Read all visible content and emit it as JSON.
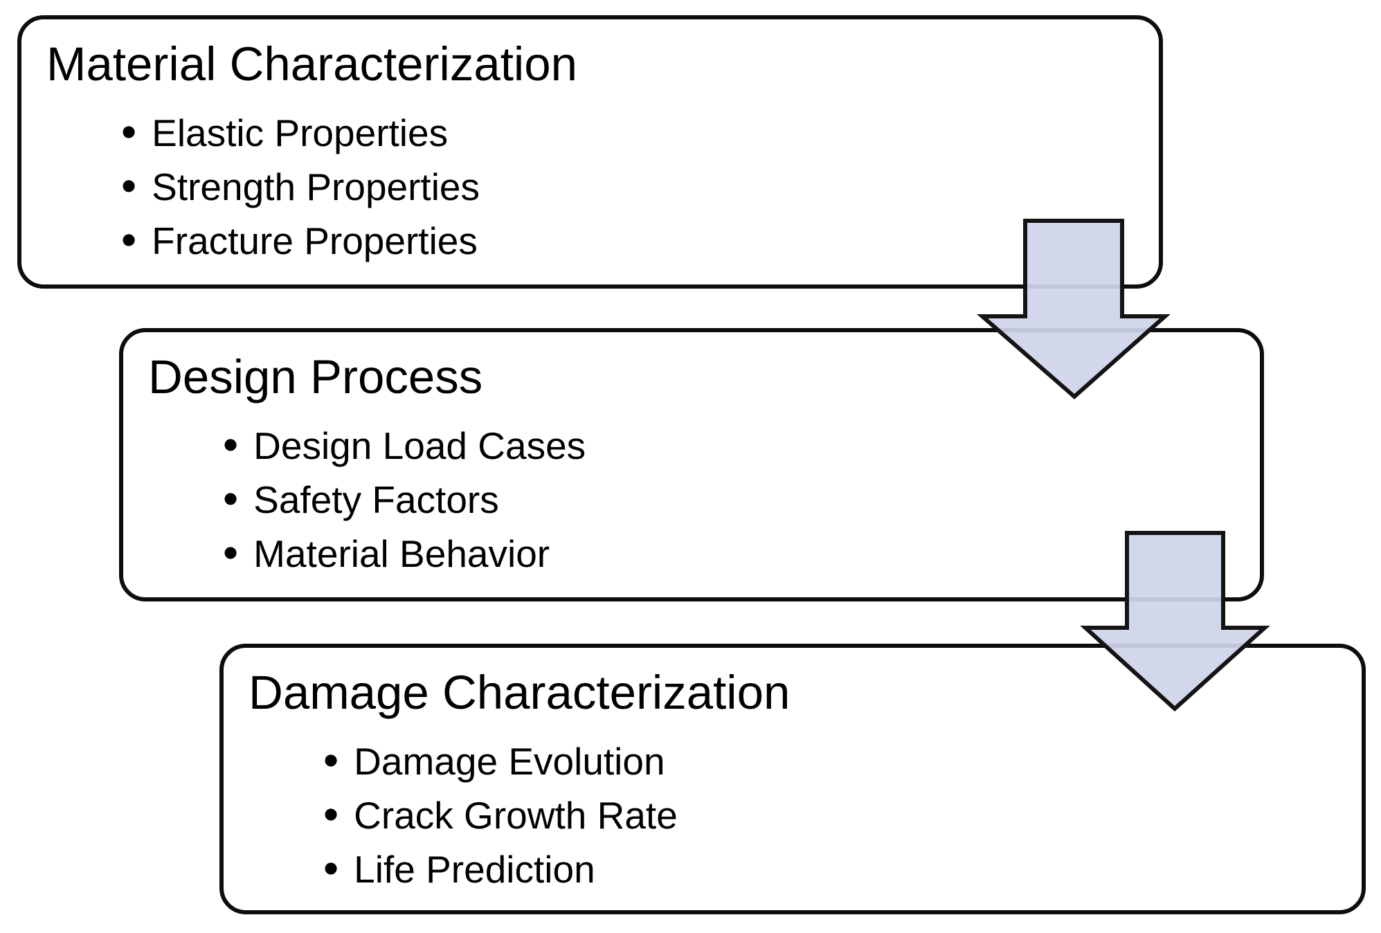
{
  "diagram": {
    "background_color": "#ffffff",
    "box_border_color": "#0d0d0d",
    "text_color": "#000000",
    "arrow_fill": "#cfd4e9",
    "arrow_stroke": "#141414",
    "bullet_glyph": "•",
    "boxes": [
      {
        "title": "Material Characterization",
        "bullets": [
          "Elastic Properties",
          "Strength Properties",
          "Fracture Properties"
        ]
      },
      {
        "title": "Design Process",
        "bullets": [
          "Design Load Cases",
          "Safety Factors",
          "Material Behavior"
        ]
      },
      {
        "title": "Damage Characterization",
        "bullets": [
          "Damage Evolution",
          "Crack Growth Rate",
          "Life Prediction"
        ]
      }
    ]
  }
}
